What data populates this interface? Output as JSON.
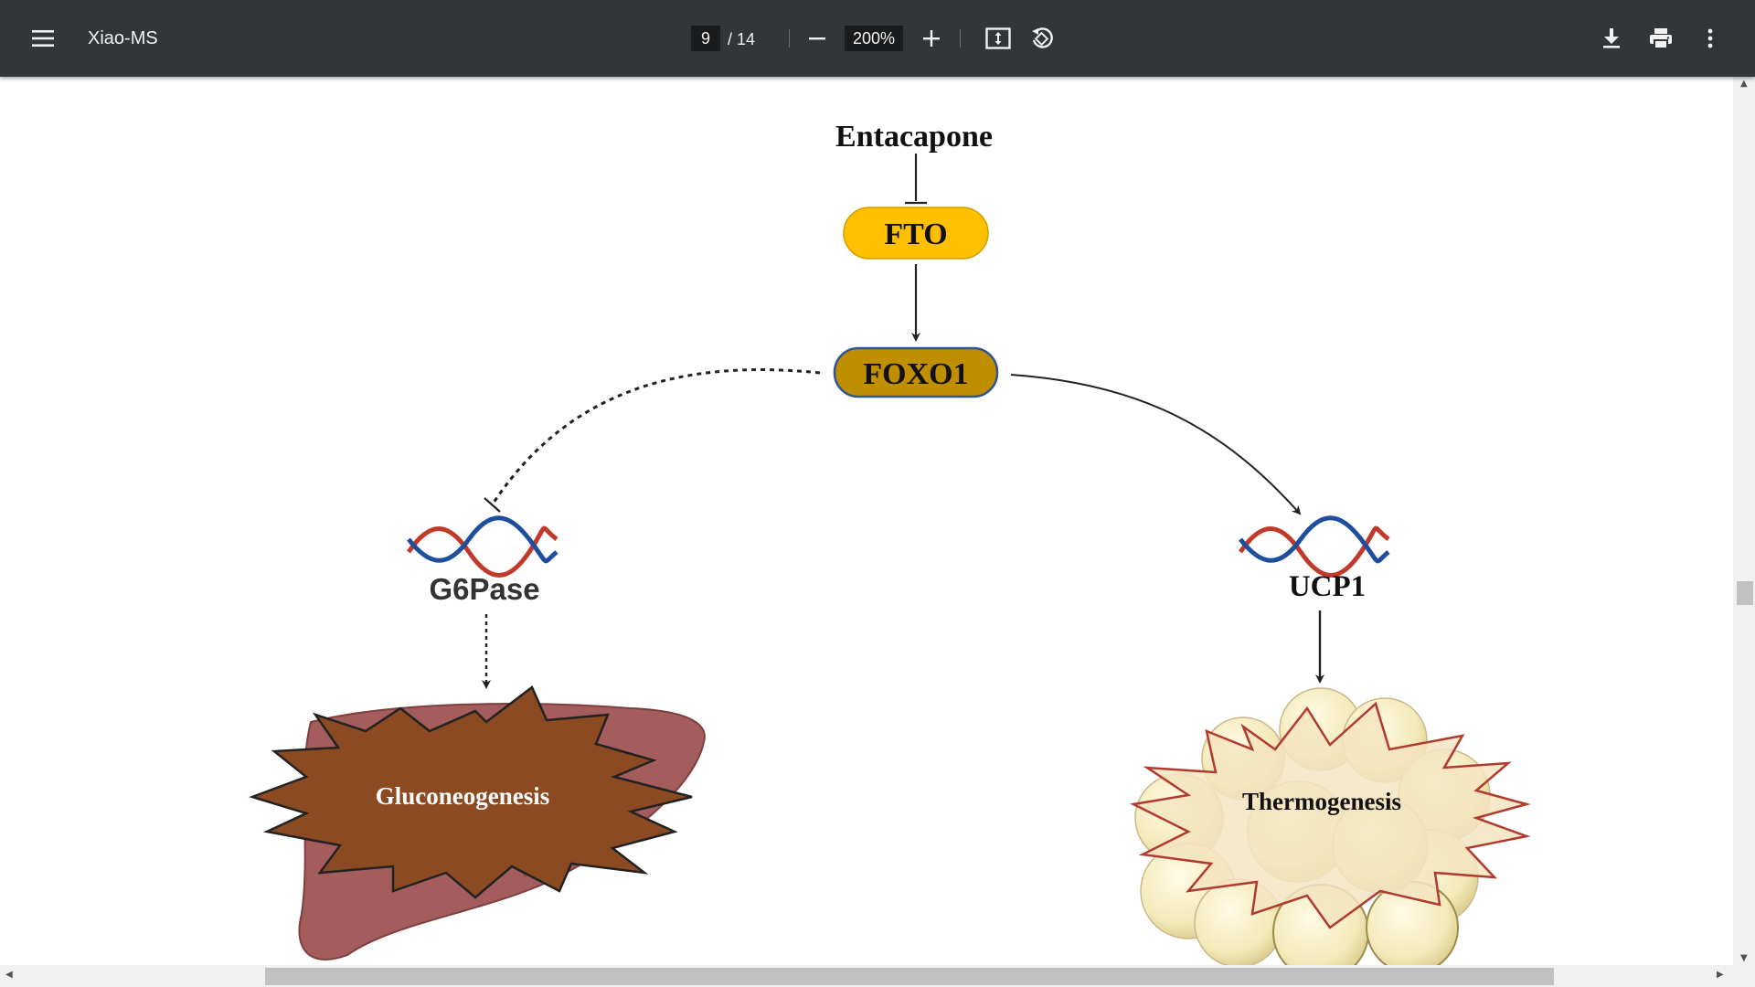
{
  "toolbar": {
    "document_title": "Xiao-MS",
    "current_page": "9",
    "page_total": "/ 14",
    "zoom_level": "200%",
    "icons": [
      "menu-icon",
      "zoom-out-icon",
      "zoom-in-icon",
      "fit-page-icon",
      "rotate-icon",
      "download-icon",
      "print-icon",
      "more-options-icon"
    ]
  },
  "diagram": {
    "drug": "Entacapone",
    "target": "FTO",
    "factor": "FOXO1",
    "left_gene": "G6Pase",
    "right_gene": "UCP1",
    "left_process": "Gluconeogenesis",
    "right_process": "Thermogenesis",
    "colors": {
      "fto_fill": "#ffc000",
      "foxo1_fill": "#bf8f00",
      "dna_red": "#c0392b",
      "dna_blue": "#1f4e9c",
      "liver": "#a45c5c",
      "starburst_left": "#8b4a22",
      "starburst_right": "#f4e4c1",
      "fat_cells": "#f3e9b8"
    }
  }
}
